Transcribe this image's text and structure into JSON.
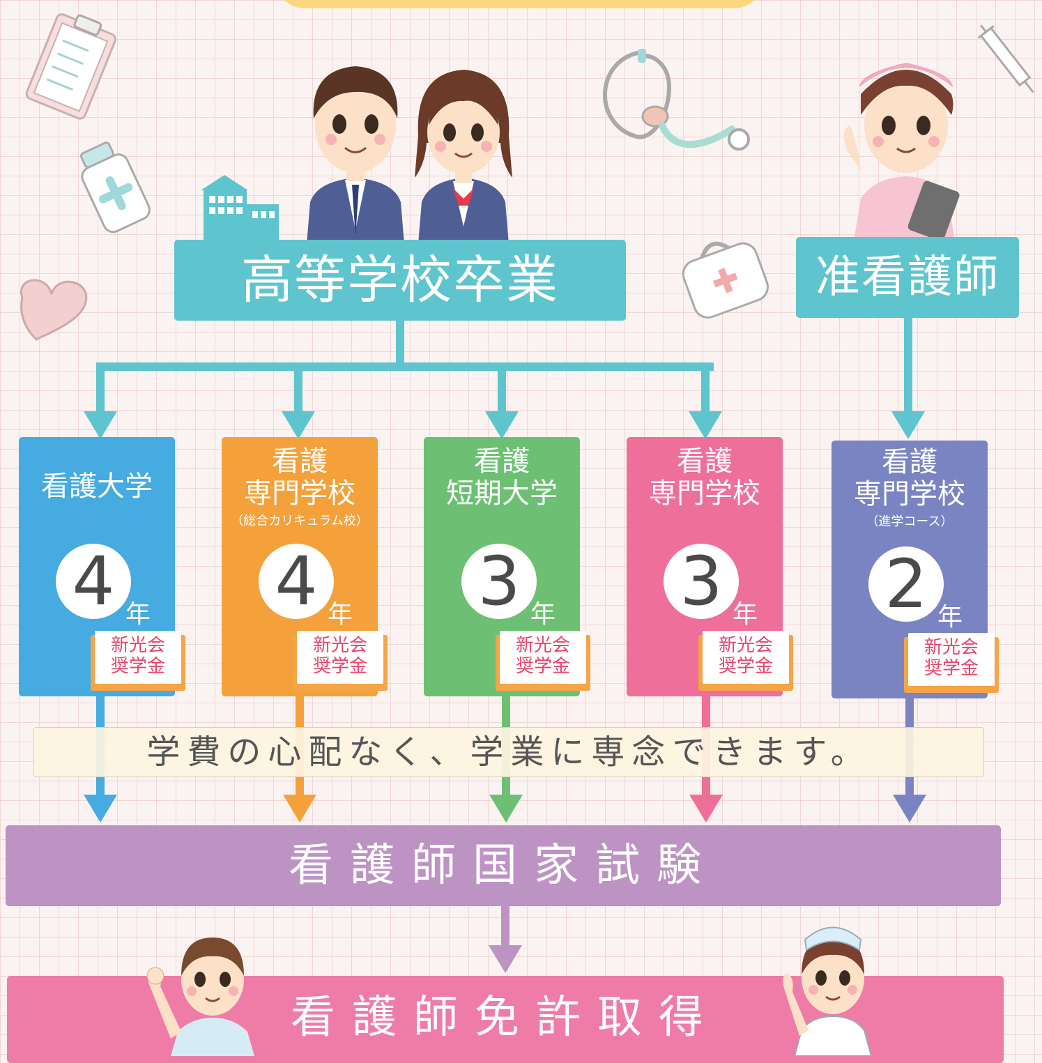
{
  "top": {
    "high_school": "高等学校卒業",
    "assistant_nurse": "准看護師"
  },
  "schools": [
    {
      "name_lines": [
        "看護大学"
      ],
      "note": "",
      "years": "4",
      "unit": "年",
      "color": "#45abe0"
    },
    {
      "name_lines": [
        "看護",
        "専門学校"
      ],
      "note": "（総合カリキュラム校）",
      "years": "4",
      "unit": "年",
      "color": "#f4a13b"
    },
    {
      "name_lines": [
        "看護",
        "短期大学"
      ],
      "note": "",
      "years": "3",
      "unit": "年",
      "color": "#6dc073"
    },
    {
      "name_lines": [
        "看護",
        "専門学校"
      ],
      "note": "",
      "years": "3",
      "unit": "年",
      "color": "#ef6f9b"
    },
    {
      "name_lines": [
        "看護",
        "専門学校"
      ],
      "note": "（進学コース）",
      "years": "2",
      "unit": "年",
      "color": "#7a84c2"
    }
  ],
  "scholarship": {
    "line1": "新光会",
    "line2": "奨学金"
  },
  "ribbon_text": "学費の心配なく、学業に専念できます。",
  "exam": "看護師国家試験",
  "license": "看護師免許取得",
  "colors": {
    "teal": "#5ec4cd",
    "purple": "#bd93c4",
    "pink_bottom": "#ef7ca6"
  }
}
